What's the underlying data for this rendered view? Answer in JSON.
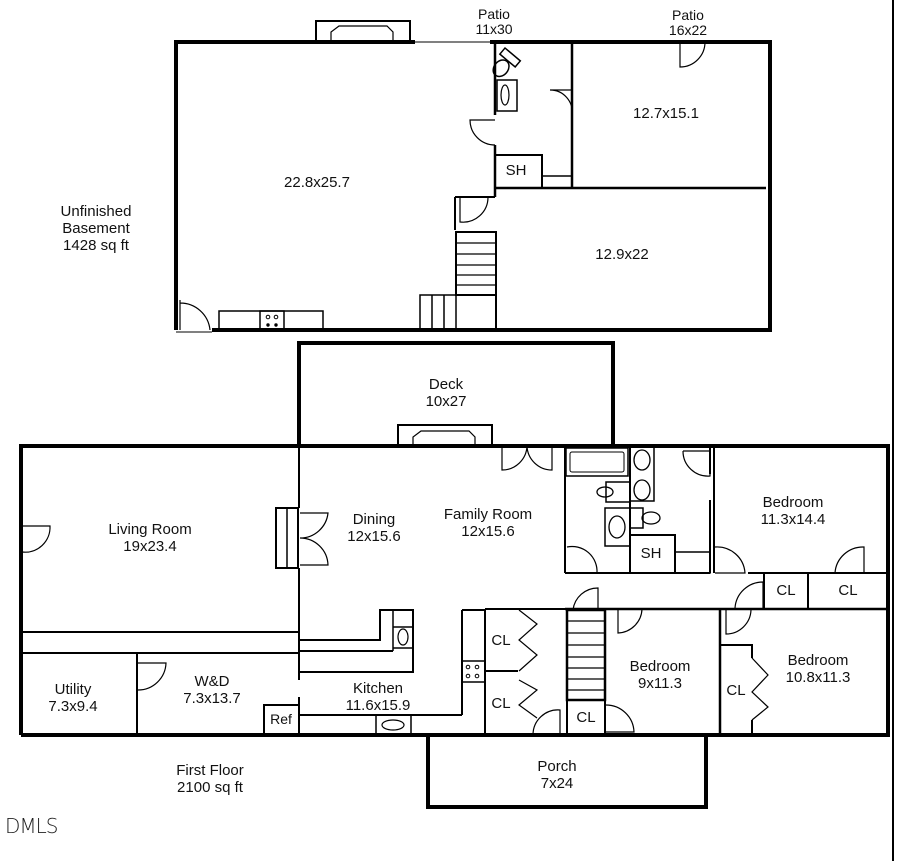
{
  "basement": {
    "title": "Unfinished",
    "subtitle": "Basement",
    "area": "1428 sq ft",
    "rooms": [
      {
        "name": "",
        "dims": "22.8x25.7"
      },
      {
        "name": "",
        "dims": "12.7x15.1"
      },
      {
        "name": "",
        "dims": "12.9x22"
      },
      {
        "name": "SH",
        "dims": ""
      }
    ],
    "patios": [
      {
        "name": "Patio",
        "dims": "11x30"
      },
      {
        "name": "Patio",
        "dims": "16x22"
      }
    ]
  },
  "first_floor": {
    "title": "First Floor",
    "area": "2100 sq ft",
    "deck": {
      "name": "Deck",
      "dims": "10x27"
    },
    "porch": {
      "name": "Porch",
      "dims": "7x24"
    },
    "rooms": [
      {
        "name": "Living Room",
        "dims": "19x23.4"
      },
      {
        "name": "Dining",
        "dims": "12x15.6"
      },
      {
        "name": "Family Room",
        "dims": "12x15.6"
      },
      {
        "name": "Bedroom",
        "dims": "11.3x14.4"
      },
      {
        "name": "Bedroom",
        "dims": "9x11.3"
      },
      {
        "name": "Bedroom",
        "dims": "10.8x11.3"
      },
      {
        "name": "Utility",
        "dims": "7.3x9.4"
      },
      {
        "name": "W&D",
        "dims": "7.3x13.7"
      },
      {
        "name": "Kitchen",
        "dims": "11.6x15.9"
      }
    ],
    "fixtures": {
      "ref": "Ref",
      "sh": "SH",
      "closet": "CL"
    }
  },
  "watermark": "DMLS",
  "colors": {
    "wall": "#000000",
    "background": "#ffffff"
  }
}
